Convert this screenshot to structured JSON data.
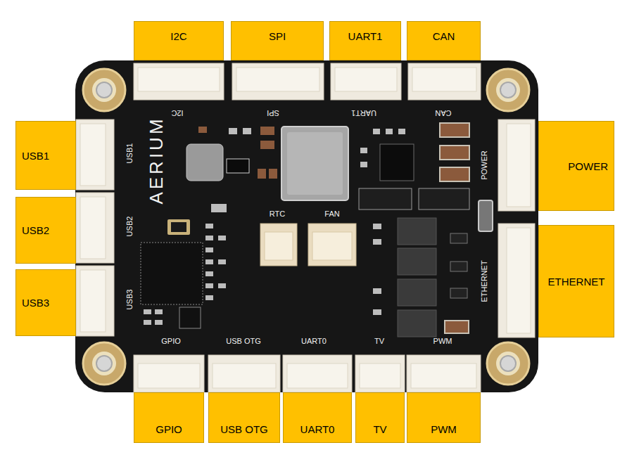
{
  "diagram": {
    "nodes": [
      {
        "text": [
          "I2C"
        ]
      },
      {
        "text": [
          "SPI"
        ]
      },
      {
        "text": [
          "UART1"
        ]
      },
      {
        "text": [
          "CAN"
        ]
      },
      {
        "text": [
          "USB1"
        ]
      },
      {
        "text": [
          "POWER"
        ]
      },
      {
        "text": [
          "USB2"
        ]
      },
      {
        "text": [
          "ETHERNET"
        ]
      },
      {
        "text": [
          "USB3"
        ]
      },
      {
        "text": [
          "GPIO"
        ]
      },
      {
        "text": [
          "USB OTG"
        ]
      },
      {
        "text": [
          "UART0"
        ]
      },
      {
        "text": [
          "TV"
        ]
      },
      {
        "text": [
          "PWM"
        ]
      }
    ],
    "labels": [
      "I2C",
      "SPI",
      "UART1",
      "CAN",
      "AERIUM",
      "USB1",
      "POWER",
      "RTC",
      "FAN",
      "USB2",
      "ETHERNET",
      "USB3",
      "GPIO",
      "USB OTG",
      "UART0",
      "TV",
      "PWM"
    ]
  }
}
